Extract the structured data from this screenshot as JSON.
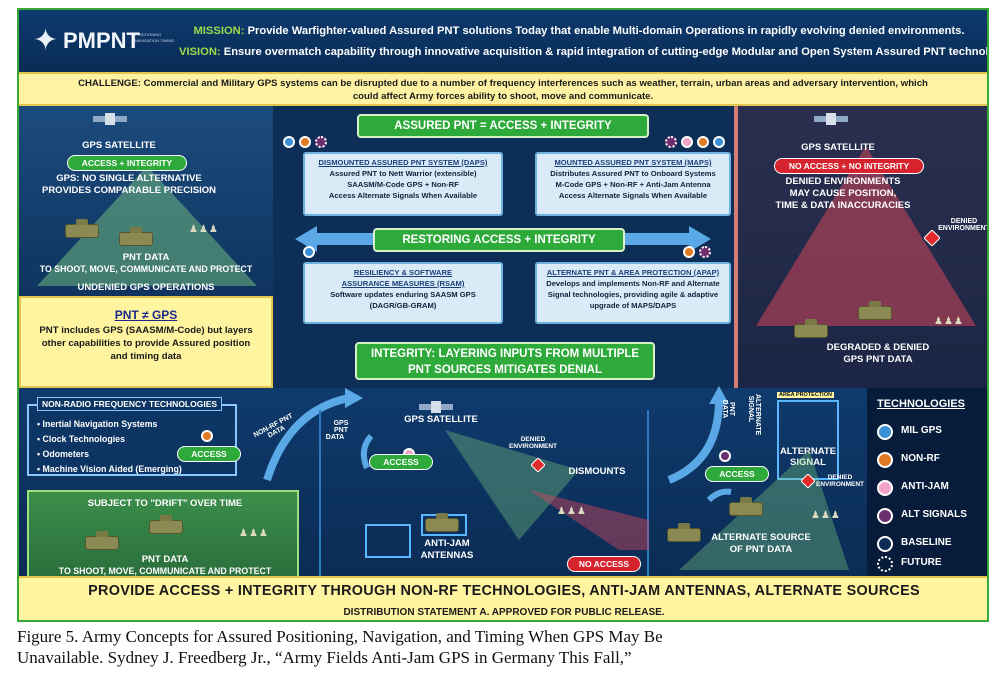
{
  "header": {
    "logo_text": "PMPNT",
    "logo_subtitle": "POSITIONING NAVIGATION TIMING",
    "mission_key": "MISSION:",
    "mission_text": "Provide Warfighter-valued Assured PNT solutions Today that enable Multi-domain Operations in rapidly evolving denied environments.",
    "vision_key": "VISION:",
    "vision_text": "Ensure overmatch capability through innovative acquisition & rapid integration of cutting-edge Modular and Open System Assured PNT technologies."
  },
  "challenge": {
    "key": "CHALLENGE:",
    "line1": "Commercial and Military GPS systems can be disrupted due to a number of frequency interferences such as weather, terrain, urban areas and adversary intervention, which",
    "line2": "could affect Army forces ability to shoot, move and communicate."
  },
  "left_top": {
    "sat_label": "GPS SATELLITE",
    "pill": "ACCESS + INTEGRITY",
    "line1": "GPS: NO SINGLE ALTERNATIVE",
    "line2": "PROVIDES COMPARABLE PRECISION",
    "pnt_data": "PNT DATA",
    "pnt_data_desc": "TO SHOOT, MOVE, COMMUNICATE AND PROTECT",
    "footer": "UNDENIED GPS OPERATIONS"
  },
  "pnt_gps": {
    "title": "PNT ≠ GPS",
    "body_line1": "PNT includes GPS (SAASM/M-Code) but layers",
    "body_line2": "other capabilities to provide Assured position",
    "body_line3": "and timing data"
  },
  "center": {
    "assured_banner": "ASSURED PNT = ACCESS + INTEGRITY",
    "daps": {
      "title": "DISMOUNTED ASSURED PNT SYSTEM (DAPS)",
      "line1": "Assured PNT to Nett Warrior (extensible)",
      "line2": "SAASM/M-Code GPS + Non-RF",
      "line3": "Access Alternate Signals When Available"
    },
    "maps": {
      "title": "MOUNTED ASSURED PNT SYSTEM (MAPS)",
      "line1": "Distributes Assured PNT to Onboard Systems",
      "line2": "M-Code GPS + Non-RF + Anti-Jam Antenna",
      "line3": "Access Alternate Signals When Available"
    },
    "restoring_banner": "RESTORING ACCESS + INTEGRITY",
    "rsam": {
      "title": "RESILIENCY & SOFTWARE",
      "title2": "ASSURANCE MEASURES (RSAM)",
      "line1": "Software updates enduring SAASM GPS",
      "line2": "(DAGR/GB-GRAM)"
    },
    "apap": {
      "title": "ALTERNATE PNT & AREA PROTECTION (APAP)",
      "line1": "Develops and implements Non-RF and Alternate",
      "line2": "Signal technologies, providing agile & adaptive",
      "line3": "upgrade of MAPS/DAPS"
    }
  },
  "right_top": {
    "sat_label": "GPS SATELLITE",
    "pill": "NO ACCESS + NO INTEGRITY",
    "line1": "DENIED ENVIRONMENTS",
    "line2": "MAY CAUSE POSITION,",
    "line3": "TIME & DATA INACCURACIES",
    "denied_env": "DENIED ENVIRONMENT",
    "footer1": "DEGRADED & DENIED",
    "footer2": "GPS PNT DATA"
  },
  "integrity_banner": {
    "line1": "INTEGRITY: LAYERING INPUTS FROM MULTIPLE",
    "line2": "PNT SOURCES MITIGATES DENIAL"
  },
  "bottom": {
    "nonrf_title": "NON-RADIO FREQUENCY TECHNOLOGIES",
    "nonrf_items": [
      "• Inertial Navigation Systems",
      "• Clock Technologies",
      "• Odometers",
      "• Machine Vision Aided (Emerging)"
    ],
    "nonrf_access": "ACCESS",
    "nonrf_pnt_data": "NON-RF PNT DATA",
    "drift_title": "SUBJECT TO \"DRIFT\" OVER TIME",
    "drift_pnt": "PNT DATA",
    "drift_desc": "TO SHOOT, MOVE, COMMUNICATE AND PROTECT",
    "dism_gps_pnt": "GPS PNT",
    "dism_data": "DATA",
    "dism_sat": "GPS SATELLITE",
    "dism_access": "ACCESS",
    "dism_denied": "DENIED ENVIRONMENT",
    "dismounts": "DISMOUNTS",
    "antijam": "ANTI-JAM",
    "antennas": "ANTENNAS",
    "no_access": "NO ACCESS",
    "alt_pnt_data": "PNT DATA",
    "alt_signal_arrow": "ALTERNATE SIGNAL",
    "area_protection": "AREA PROTECTION",
    "alt_signal": "ALTERNATE SIGNAL",
    "alt_access": "ACCESS",
    "alt_denied": "DENIED ENVIRONMENT",
    "alt_source1": "ALTERNATE SOURCE",
    "alt_source2": "OF PNT DATA"
  },
  "technologies": {
    "title": "TECHNOLOGIES",
    "items": [
      {
        "label": "MIL GPS",
        "color": "#3a8fd6"
      },
      {
        "label": "NON-RF",
        "color": "#e07b23"
      },
      {
        "label": "ANTI-JAM",
        "color": "#f2a3c8"
      },
      {
        "label": "ALT SIGNALS",
        "color": "#6b2f6e"
      },
      {
        "label": "BASELINE",
        "color": "#0b2c55"
      },
      {
        "label": "FUTURE",
        "color": "#071c3a"
      }
    ]
  },
  "footer": {
    "provide": "PROVIDE ACCESS + INTEGRITY THROUGH NON-RF TECHNOLOGIES, ANTI-JAM ANTENNAS, ALTERNATE SOURCES",
    "distribution": "DISTRIBUTION STATEMENT A. APPROVED FOR PUBLIC RELEASE."
  },
  "caption": {
    "line1": "Figure 5. Army Concepts for Assured Positioning, Navigation, and Timing When GPS May Be",
    "line2": "Unavailable. Sydney J. Freedberg Jr., “Army Fields Anti-Jam GPS in Germany This Fall,”"
  },
  "colors": {
    "navy": "#0b2a52",
    "green": "#2eaa3a",
    "yellow": "#fff4a0",
    "red": "#d6242f",
    "blue_arrow": "#5aa8e6"
  }
}
